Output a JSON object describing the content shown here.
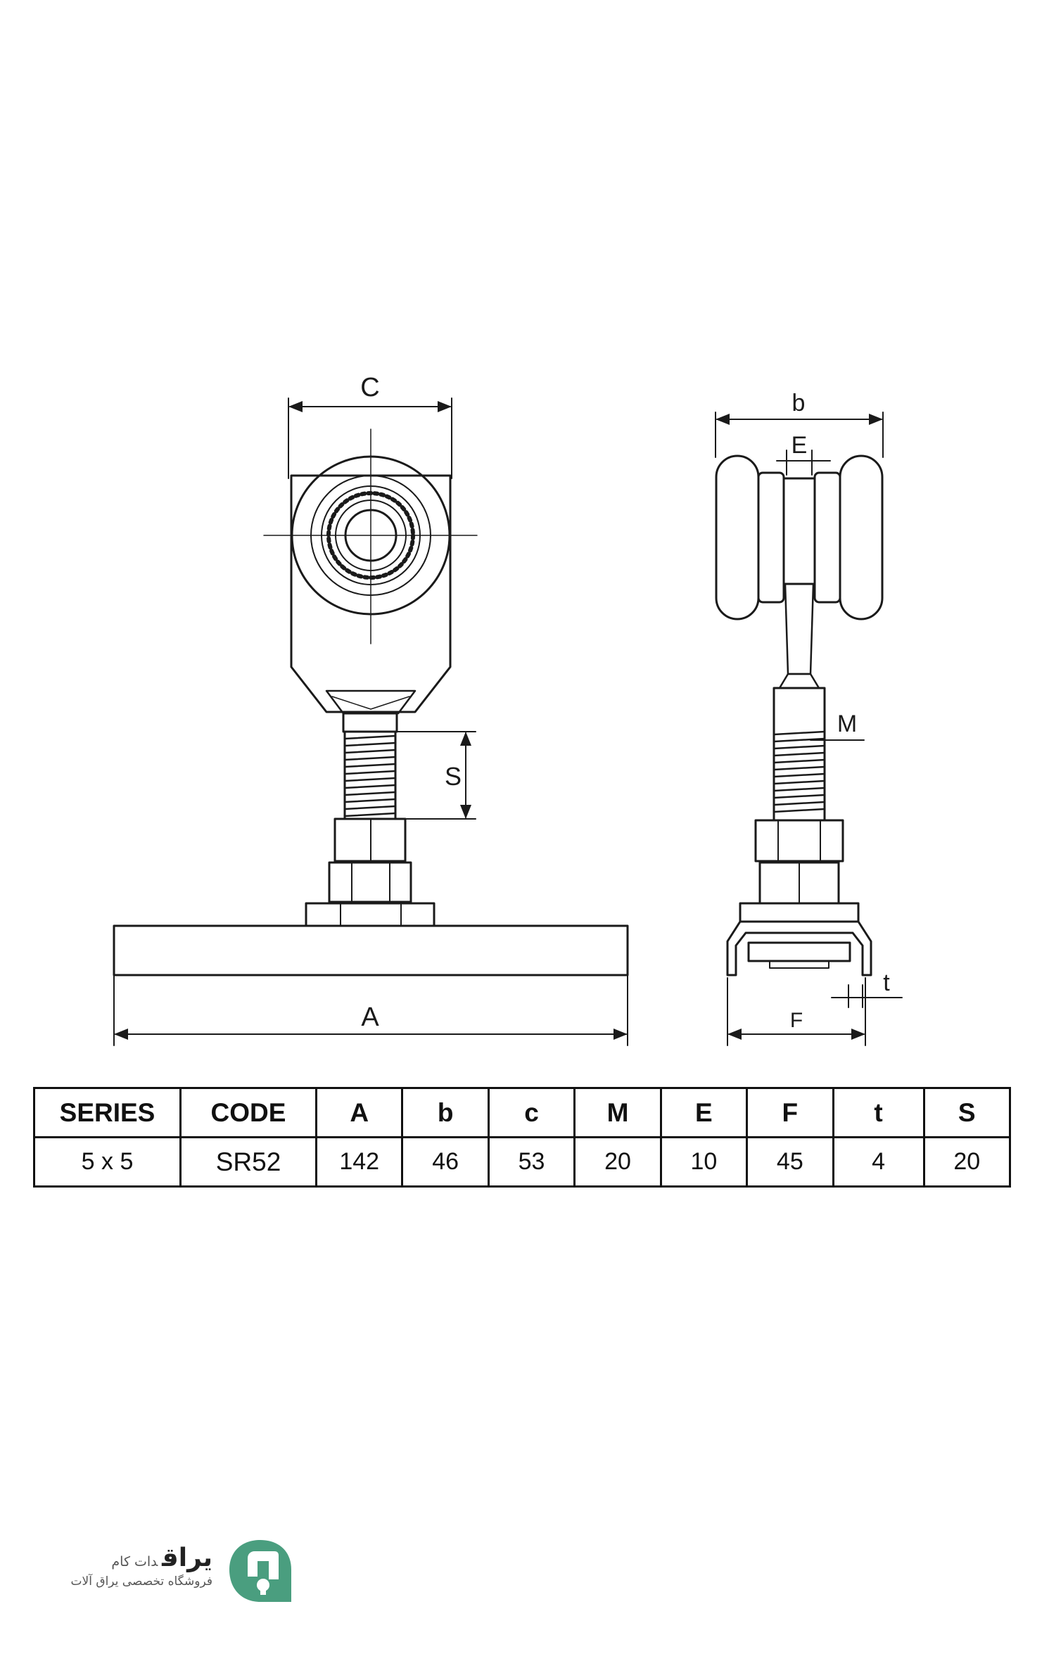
{
  "diagram": {
    "front_view_labels": {
      "width": "C",
      "thread_length": "S",
      "base_length": "A"
    },
    "side_view_labels": {
      "wheel_span": "b",
      "web_width": "E",
      "thread_size": "M",
      "channel_width": "F",
      "wall_thickness": "t"
    }
  },
  "table": {
    "headers": [
      "SERIES",
      "CODE",
      "A",
      "b",
      "c",
      "M",
      "E",
      "F",
      "t",
      "S"
    ],
    "row": [
      "5 x 5",
      "SR52",
      "142",
      "46",
      "53",
      "20",
      "10",
      "45",
      "4",
      "20"
    ]
  },
  "logo": {
    "brand": "یراق",
    "suffix": "دات کام",
    "tagline": "فروشگاه تخصصی یراق آلات",
    "colors": {
      "mark": "#4a9e7f",
      "mark_inner": "#ffffff"
    },
    "icon": "keyhole-icon"
  }
}
